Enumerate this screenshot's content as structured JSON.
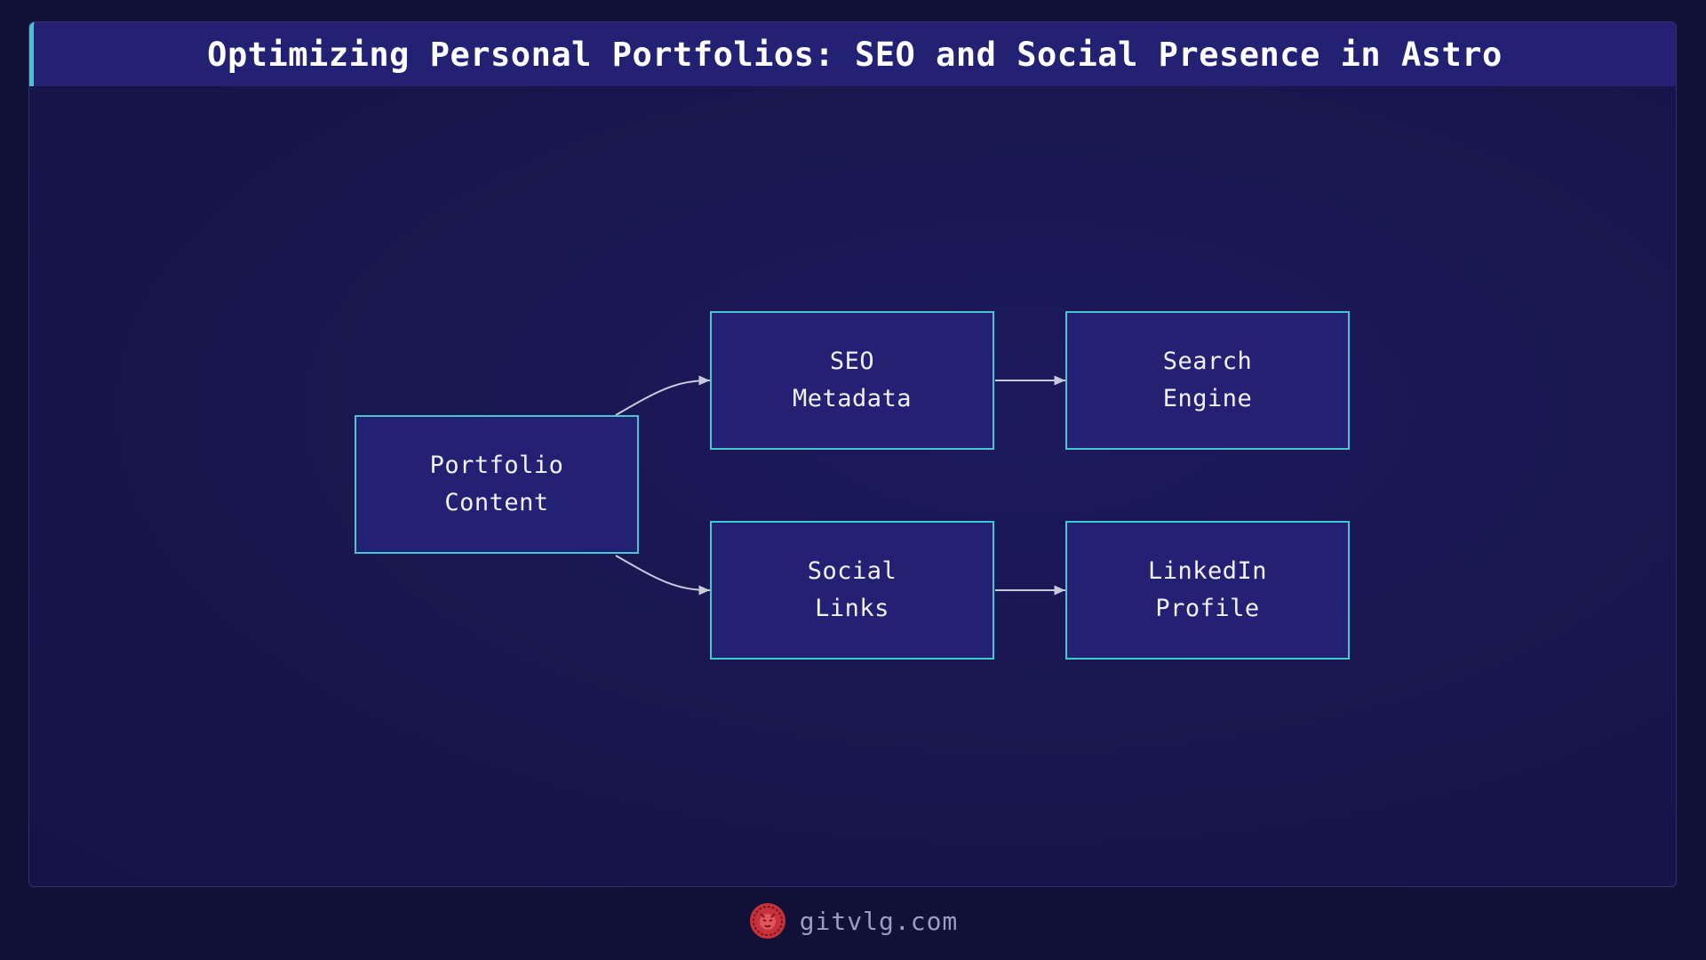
{
  "title": "Optimizing Personal Portfolios: SEO and Social Presence in Astro",
  "colors": {
    "background": "#111036",
    "panel": "#18174f",
    "title_bar": "#232174",
    "accent": "#3fc9c9",
    "node_fill": "#232174",
    "node_border": "#45c6d2",
    "edge": "#c9c9dc",
    "logo": "#c8323c"
  },
  "diagram": {
    "nodes": [
      {
        "id": "portfolio",
        "label": "Portfolio\nContent"
      },
      {
        "id": "seo",
        "label": "SEO\nMetadata"
      },
      {
        "id": "search",
        "label": "Search\nEngine"
      },
      {
        "id": "social",
        "label": "Social\nLinks"
      },
      {
        "id": "linkedin",
        "label": "LinkedIn\nProfile"
      }
    ],
    "edges": [
      {
        "from": "portfolio",
        "to": "seo"
      },
      {
        "from": "portfolio",
        "to": "social"
      },
      {
        "from": "seo",
        "to": "search"
      },
      {
        "from": "social",
        "to": "linkedin"
      }
    ]
  },
  "footer": {
    "logo_icon": "lion-head-icon",
    "site": "gitvlg.com"
  }
}
